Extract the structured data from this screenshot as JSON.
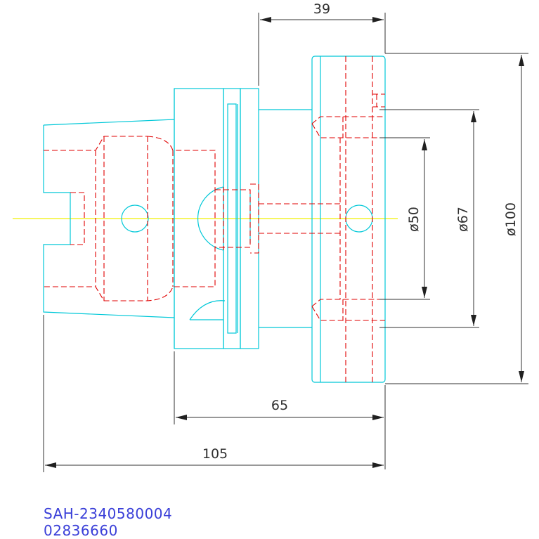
{
  "dimensions": {
    "top_width": "39",
    "mid_length": "65",
    "total_length": "105",
    "dia_small": "ø50",
    "dia_mid": "ø67",
    "dia_large": "ø100"
  },
  "caption": {
    "part_number": "SAH-2340580004",
    "order_number": "02836660"
  },
  "colors": {
    "outline": "#00c8d8",
    "hidden": "#e00000",
    "centerline": "#f0f000",
    "dimension": "#303030",
    "caption": "#3a3fd8"
  }
}
